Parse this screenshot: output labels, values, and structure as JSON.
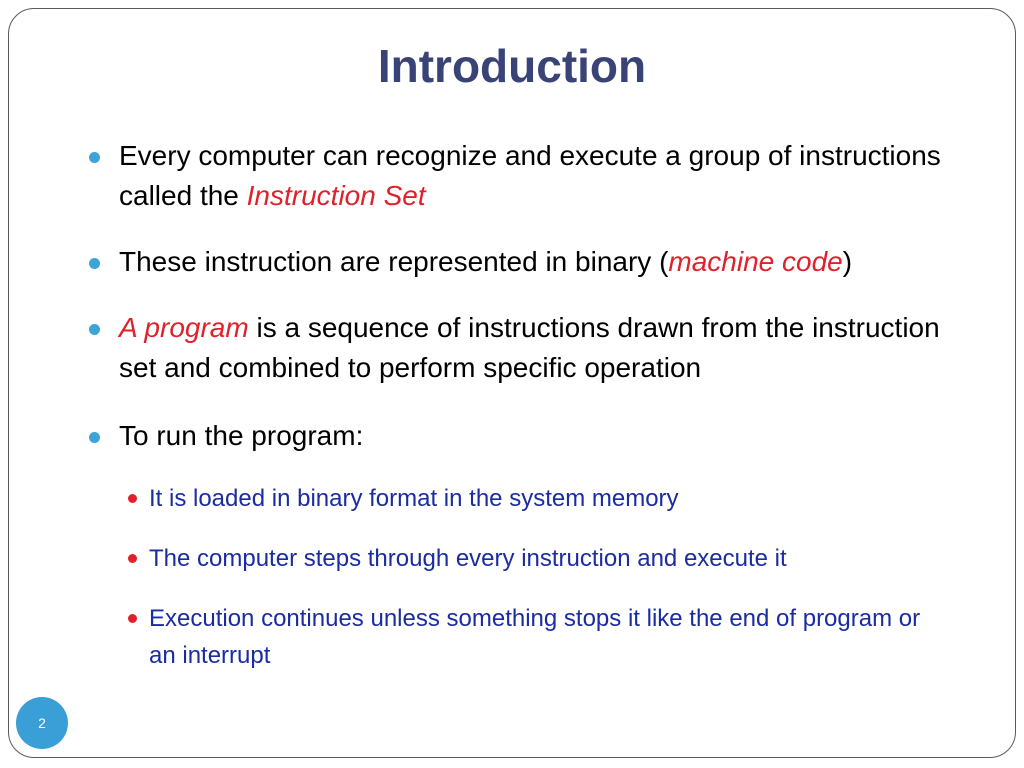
{
  "slide": {
    "title": "Introduction",
    "page_number": "2"
  },
  "bullets": [
    {
      "part1": "Every computer can recognize and execute a group of instructions called the ",
      "em": "Instruction Set",
      "part2": ""
    },
    {
      "part1": "These instruction are represented in binary (",
      "em": "machine code",
      "part2": ")"
    },
    {
      "part1": "",
      "em": "A program",
      "part2": " is a sequence of instructions drawn from the instruction set and combined to perform specific operation"
    },
    {
      "part1": "To run the program:",
      "em": "",
      "part2": ""
    }
  ],
  "sub_bullets": [
    "It is loaded in binary format in the system memory",
    "The computer steps through every instruction and execute it",
    "Execution continues unless something stops it like the end of program or an interrupt"
  ],
  "colors": {
    "title": "#3a4378",
    "accent_red": "#e0202a",
    "sub_bullet_text": "#1a2ca0",
    "bullet_dot": "#3ca5d6",
    "page_circle": "#3a9fd6"
  }
}
